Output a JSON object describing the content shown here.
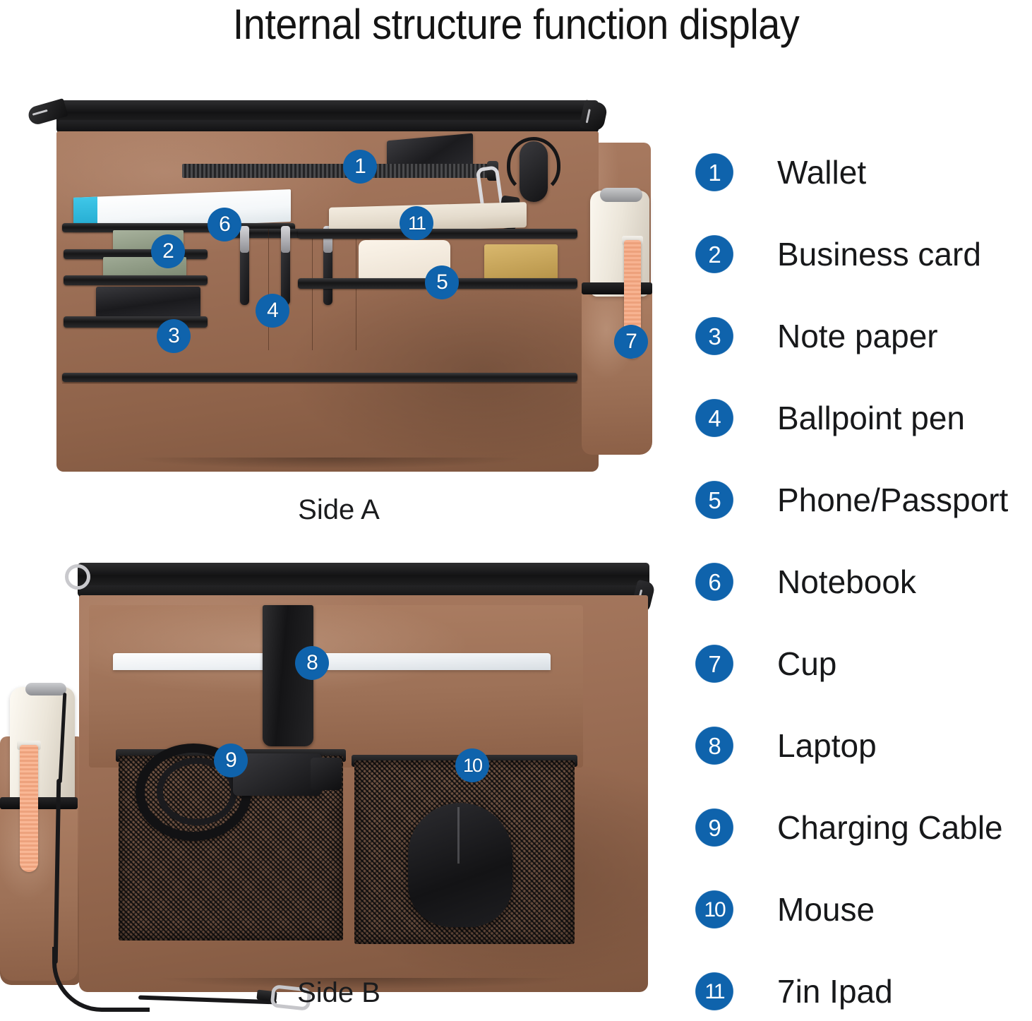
{
  "title": "Internal structure function display",
  "captions": {
    "side_a": "Side A",
    "side_b": "Side B"
  },
  "colors": {
    "badge_blue": "#0f63ac",
    "nylon_brown": "#9b6e55",
    "trim_black": "#141416",
    "strap_peach": "#f3a97f",
    "cup_cream": "#f1ebdf",
    "text_black": "#17181a"
  },
  "legend": {
    "items": [
      {
        "number": "1",
        "label": "Wallet"
      },
      {
        "number": "2",
        "label": "Business card"
      },
      {
        "number": "3",
        "label": "Note paper"
      },
      {
        "number": "4",
        "label": "Ballpoint pen"
      },
      {
        "number": "5",
        "label": "Phone/Passport"
      },
      {
        "number": "6",
        "label": "Notebook"
      },
      {
        "number": "7",
        "label": "Cup"
      },
      {
        "number": "8",
        "label": "Laptop"
      },
      {
        "number": "9",
        "label": "Charging Cable"
      },
      {
        "number": "10",
        "label": "Mouse"
      },
      {
        "number": "11",
        "label": "7in Ipad"
      }
    ]
  },
  "side_a_markers": {
    "m1": "1",
    "m2": "2",
    "m3": "3",
    "m4": "4",
    "m5": "5",
    "m6": "6",
    "m7": "7",
    "m11": "11"
  },
  "side_b_markers": {
    "m8": "8",
    "m9": "9",
    "m10": "10"
  }
}
